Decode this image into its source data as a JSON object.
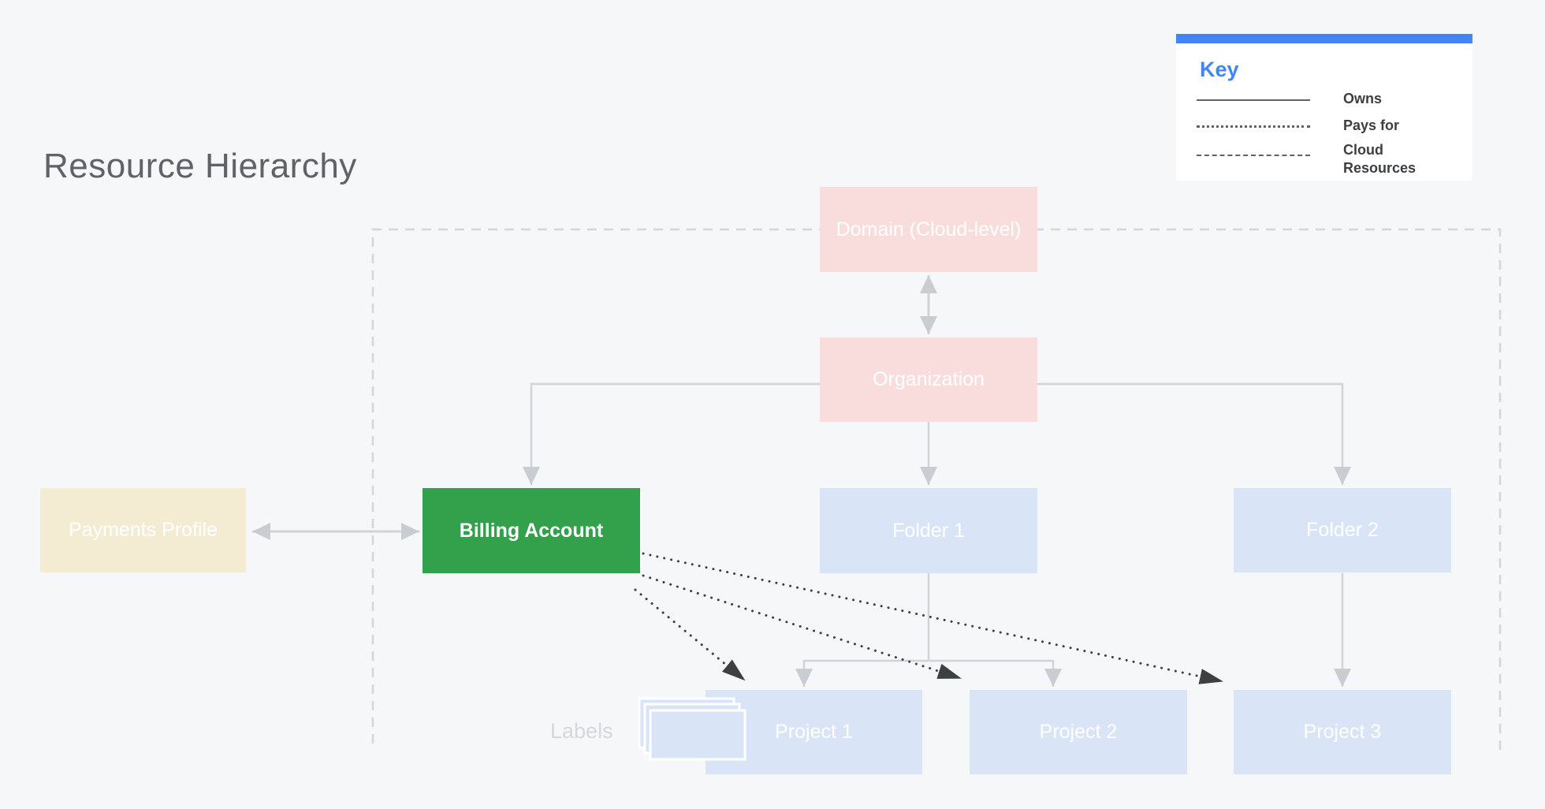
{
  "title": "Resource Hierarchy",
  "key": {
    "title": "Key",
    "items": [
      {
        "style": "solid",
        "label": "Owns"
      },
      {
        "style": "dotted",
        "label": "Pays for"
      },
      {
        "style": "dashed",
        "label": "Cloud Resources"
      }
    ]
  },
  "nodes": {
    "domain": {
      "label": "Domain (Cloud-level)"
    },
    "organization": {
      "label": "Organization"
    },
    "payments_profile": {
      "label": "Payments Profile"
    },
    "billing_account": {
      "label": "Billing Account"
    },
    "folder1": {
      "label": "Folder 1"
    },
    "folder2": {
      "label": "Folder 2"
    },
    "project1": {
      "label": "Project 1"
    },
    "project2": {
      "label": "Project 2"
    },
    "project3": {
      "label": "Project 3"
    },
    "labels_caption": "Labels"
  },
  "colors": {
    "background": "#f5f7f9",
    "pink_node": "#f9dcdc",
    "blue_node": "#d9e5f7",
    "beige_node": "#f4ecd2",
    "green_node": "#33a14c",
    "gray_connector": "#d0d4d7",
    "dark_connector": "#3c4043",
    "key_accent_blue": "#4285f4",
    "title_gray": "#5f6368",
    "labels_caption_gray": "#d4d8dc"
  }
}
